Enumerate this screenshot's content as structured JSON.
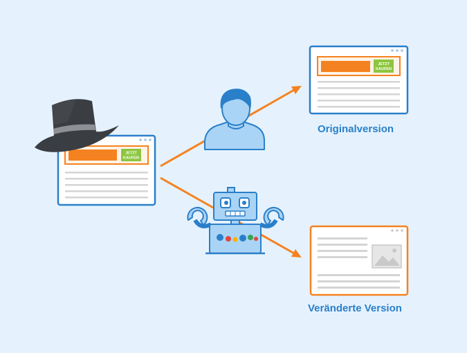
{
  "colors": {
    "background": "#e5f2fd",
    "blue": "#2a7fc9",
    "orange": "#f58220",
    "green_button": "#8cc63e",
    "line_grey": "#d4d4d4",
    "hat": "#3a3d42",
    "person_fill": "#aad4f5",
    "person_hair": "#2a7fc9"
  },
  "source_page": {
    "buy_button_line1": "JETZT",
    "buy_button_line2": "KAUFEN"
  },
  "original_page": {
    "buy_button_line1": "JETZT",
    "buy_button_line2": "KAUFEN"
  },
  "captions": {
    "original": "Originalversion",
    "modified": "Veränderte Version"
  },
  "icons": [
    "black-hat-icon",
    "person-icon",
    "robot-icon",
    "image-placeholder-icon",
    "arrow-icon"
  ]
}
